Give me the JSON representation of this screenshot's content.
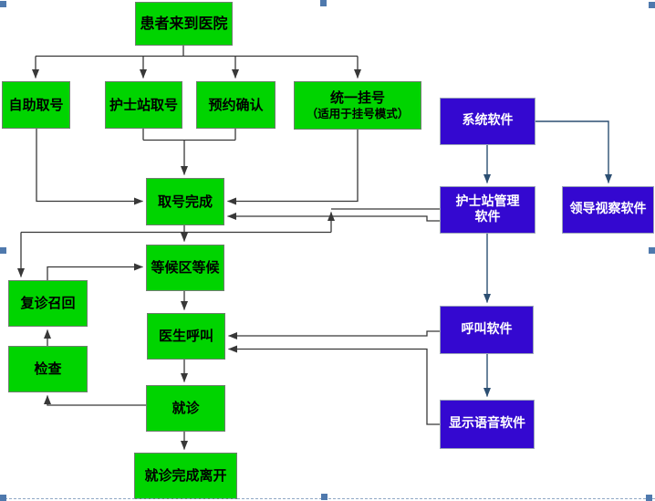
{
  "diagram": {
    "nodes": {
      "patient_arrives": {
        "label": "患者来到医院"
      },
      "self_service": {
        "label": "自助取号"
      },
      "nurse_station_number": {
        "label": "护士站取号"
      },
      "appointment_confirm": {
        "label": "预约确认"
      },
      "unified_registration": {
        "line1": "统一挂号",
        "line2": "（适用于挂号模式）"
      },
      "system_software": {
        "label": "系统软件"
      },
      "number_complete": {
        "label": "取号完成"
      },
      "nurse_mgmt_software": {
        "line1": "护士站管理",
        "line2": "软件"
      },
      "leader_inspection_software": {
        "label": "领导视察软件"
      },
      "waiting_area": {
        "label": "等候区等候"
      },
      "revisit_recall": {
        "label": "复诊召回"
      },
      "doctor_call": {
        "label": "医生呼叫"
      },
      "examination": {
        "label": "检查"
      },
      "call_software": {
        "label": "呼叫软件"
      },
      "consultation": {
        "label": "就诊"
      },
      "display_voice_software": {
        "label": "显示语音软件"
      },
      "consultation_complete": {
        "label": "就诊完成离开"
      }
    },
    "edges": [
      {
        "from": "patient_arrives",
        "to": "self_service"
      },
      {
        "from": "patient_arrives",
        "to": "nurse_station_number"
      },
      {
        "from": "patient_arrives",
        "to": "appointment_confirm"
      },
      {
        "from": "patient_arrives",
        "to": "unified_registration"
      },
      {
        "from": "self_service",
        "to": "number_complete"
      },
      {
        "from": "nurse_station_number",
        "to": "number_complete"
      },
      {
        "from": "appointment_confirm",
        "to": "number_complete"
      },
      {
        "from": "unified_registration",
        "to": "number_complete"
      },
      {
        "from": "nurse_mgmt_software",
        "to": "number_complete"
      },
      {
        "from": "number_complete",
        "to": "waiting_area"
      },
      {
        "from": "number_complete",
        "to": "revisit_recall"
      },
      {
        "from": "number_complete",
        "to": "nurse_mgmt_software"
      },
      {
        "from": "revisit_recall",
        "to": "waiting_area"
      },
      {
        "from": "waiting_area",
        "to": "doctor_call"
      },
      {
        "from": "doctor_call",
        "to": "consultation"
      },
      {
        "from": "consultation",
        "to": "examination"
      },
      {
        "from": "examination",
        "to": "revisit_recall"
      },
      {
        "from": "consultation",
        "to": "consultation_complete"
      },
      {
        "from": "system_software",
        "to": "nurse_mgmt_software"
      },
      {
        "from": "system_software",
        "to": "leader_inspection_software"
      },
      {
        "from": "nurse_mgmt_software",
        "to": "call_software"
      },
      {
        "from": "call_software",
        "to": "display_voice_software"
      },
      {
        "from": "call_software",
        "to": "doctor_call"
      },
      {
        "from": "display_voice_software",
        "to": "doctor_call"
      }
    ],
    "colors": {
      "patient_node_fill": "#00d400",
      "software_node_fill": "#3408d0",
      "flow_line": "#383838",
      "software_line": "#2c4f72",
      "selection_handle": "#4f79ad",
      "canvas_boundary_dash": "#8fa8c6"
    }
  }
}
